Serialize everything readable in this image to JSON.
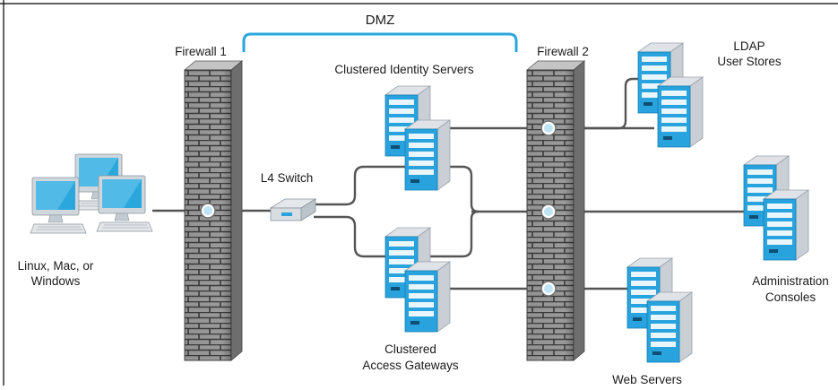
{
  "labels": {
    "dmz": "DMZ",
    "firewall1": "Firewall 1",
    "firewall2": "Firewall 2",
    "identity_servers": "Clustered Identity Servers",
    "ldap_line1": "LDAP",
    "ldap_line2": "User Stores",
    "l4_switch": "L4 Switch",
    "clients_line1": "Linux, Mac, or",
    "clients_line2": "Windows",
    "gateways_line1": "Clustered",
    "gateways_line2": "Access Gateways",
    "web_servers": "Web Servers",
    "admin_line1": "Administration",
    "admin_line2": "Consoles"
  },
  "colors": {
    "firewall_fill": "#9a9a9a",
    "firewall_brick": "#3f3f3f",
    "server_blue": "#29a3de",
    "server_gray": "#e6e9ec",
    "dmz_bracket": "#2aa7dc",
    "cable": "#555555",
    "port_blue": "#bfe4f6"
  },
  "icons": [
    "firewall-icon",
    "server-icon",
    "workstation-icon",
    "switch-icon",
    "port-icon"
  ]
}
